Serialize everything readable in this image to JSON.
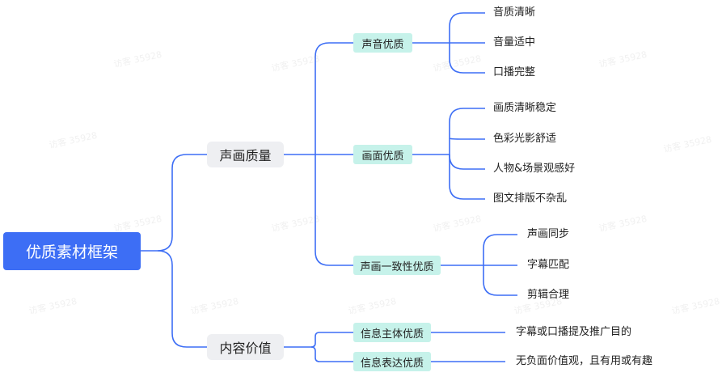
{
  "colors": {
    "connector": "#3d6ef5",
    "root_bg": "#3d6ef5",
    "level1_bg": "#eeeff2",
    "level2_bg": "#c6f2ea"
  },
  "watermark": "访客 35928",
  "root": "优质素材框架",
  "branches": [
    {
      "label": "声画质量",
      "children": [
        {
          "label": "声音优质",
          "leaves": [
            "音质清晰",
            "音量适中",
            "口播完整"
          ]
        },
        {
          "label": "画面优质",
          "leaves": [
            "画质清晰稳定",
            "色彩光影舒适",
            "人物&场景观感好",
            "图文排版不杂乱"
          ]
        },
        {
          "label": "声画一致性优质",
          "leaves": [
            "声画同步",
            "字幕匹配",
            "剪辑合理"
          ]
        }
      ]
    },
    {
      "label": "内容价值",
      "children": [
        {
          "label": "信息主体优质",
          "leaves": [
            "字幕或口播提及推广目的"
          ]
        },
        {
          "label": "信息表达优质",
          "leaves": [
            "无负面价值观，且有用或有趣"
          ]
        }
      ]
    }
  ]
}
